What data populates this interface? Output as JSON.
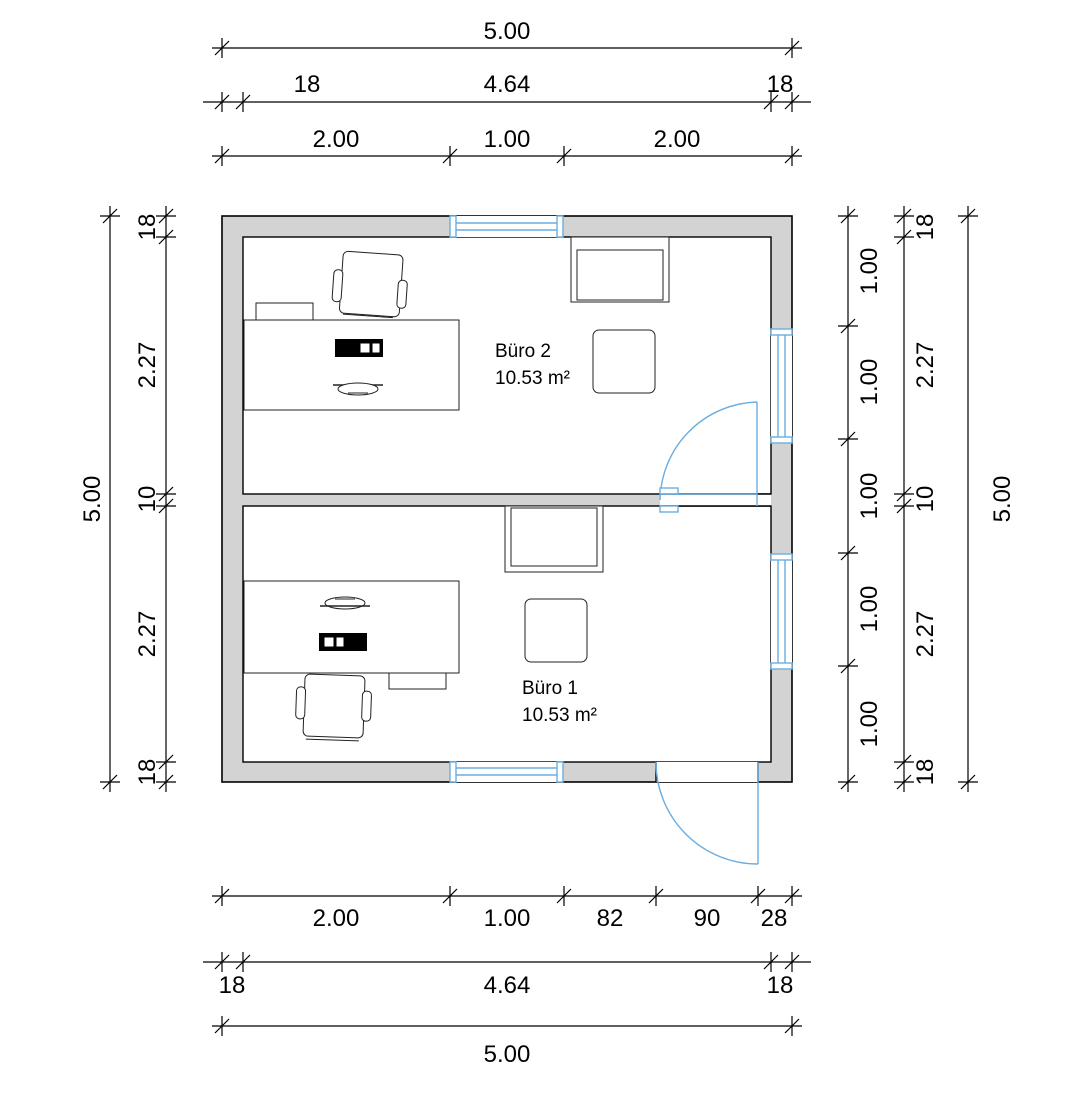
{
  "dimensions": {
    "top": {
      "total": "5.00",
      "walls": [
        "18",
        "4.64",
        "18"
      ],
      "openings": [
        "2.00",
        "1.00",
        "2.00"
      ]
    },
    "bottom": {
      "openings": [
        "2.00",
        "1.00",
        "82",
        "90",
        "28"
      ],
      "walls": [
        "18",
        "4.64",
        "18"
      ],
      "total": "5.00"
    },
    "left": {
      "total": "5.00",
      "segments": [
        "18",
        "2.27",
        "10",
        "2.27",
        "18"
      ]
    },
    "right": {
      "openings": [
        "1.00",
        "1.00",
        "1.00",
        "1.00",
        "1.00"
      ],
      "segments": [
        "18",
        "2.27",
        "10",
        "2.27",
        "18"
      ],
      "total": "5.00"
    }
  },
  "rooms": [
    {
      "name": "Büro 2",
      "area": "10.53 m²"
    },
    {
      "name": "Büro 1",
      "area": "10.53 m²"
    }
  ],
  "colors": {
    "wall": "#d3d3d3",
    "opening": "#6aaee0"
  }
}
